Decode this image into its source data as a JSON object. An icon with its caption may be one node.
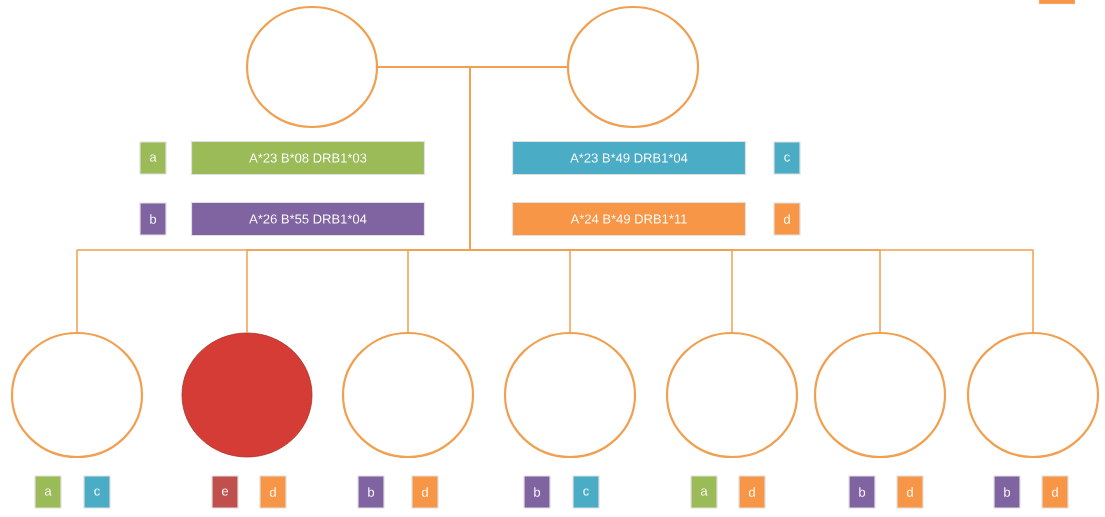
{
  "diagram": {
    "nodes": [
      {
        "text": [],
        "shape": "circle"
      },
      {
        "text": [],
        "shape": "circle"
      },
      {
        "text": [],
        "shape": "box"
      },
      {
        "text": [
          "a"
        ]
      },
      {
        "text": [
          "A*23 B*08 DRB1*03"
        ]
      },
      {
        "text": [
          "A*23 B*49 DRB1*04"
        ]
      },
      {
        "text": [
          "c"
        ]
      },
      {
        "text": [
          "b"
        ]
      },
      {
        "text": [
          "A*26 B*55 DRB1*04"
        ]
      },
      {
        "text": [
          "A*24 B*49 DRB1*11"
        ]
      },
      {
        "text": [
          "d"
        ]
      },
      {
        "text": [],
        "shape": "circle"
      },
      {
        "text": [],
        "shape": "circle"
      },
      {
        "text": [],
        "shape": "circle"
      },
      {
        "text": [],
        "shape": "circle"
      },
      {
        "text": [],
        "shape": "circle"
      },
      {
        "text": [],
        "shape": "circle"
      },
      {
        "text": [],
        "shape": "circle"
      },
      {
        "text": [
          "a"
        ]
      },
      {
        "text": [
          "c"
        ]
      },
      {
        "text": [
          "e"
        ]
      },
      {
        "text": [
          "d"
        ]
      },
      {
        "text": [
          "b"
        ]
      },
      {
        "text": [
          "d"
        ]
      },
      {
        "text": [
          "b"
        ]
      },
      {
        "text": [
          "c"
        ]
      },
      {
        "text": [
          "a"
        ]
      },
      {
        "text": [
          "d"
        ]
      },
      {
        "text": [
          "b"
        ]
      },
      {
        "text": [
          "d"
        ]
      },
      {
        "text": [
          "b"
        ]
      },
      {
        "text": [
          "d"
        ]
      }
    ],
    "edges": [
      {
        "from": 0,
        "to": 1,
        "arrow": "none"
      },
      {
        "from": 0,
        "to": 11,
        "arrow": "none"
      },
      {
        "from": 1,
        "to": 11,
        "arrow": "none"
      },
      {
        "from": 0,
        "to": 12,
        "arrow": "none"
      },
      {
        "from": 1,
        "to": 12,
        "arrow": "none"
      },
      {
        "from": 0,
        "to": 13,
        "arrow": "none"
      },
      {
        "from": 1,
        "to": 13,
        "arrow": "none"
      },
      {
        "from": 0,
        "to": 14,
        "arrow": "none"
      },
      {
        "from": 1,
        "to": 14,
        "arrow": "none"
      },
      {
        "from": 0,
        "to": 15,
        "arrow": "none"
      },
      {
        "from": 1,
        "to": 15,
        "arrow": "none"
      },
      {
        "from": 0,
        "to": 16,
        "arrow": "none"
      },
      {
        "from": 1,
        "to": 16,
        "arrow": "none"
      },
      {
        "from": 0,
        "to": 17,
        "arrow": "none"
      },
      {
        "from": 1,
        "to": 17,
        "arrow": "none"
      }
    ]
  }
}
